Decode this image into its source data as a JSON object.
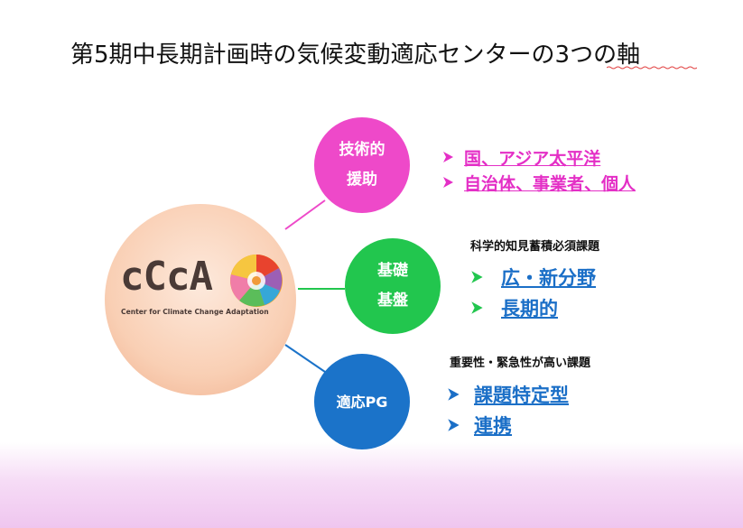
{
  "slide": {
    "title": "第5期中長期計画時の気候変動適応センターの3つの軸"
  },
  "logo": {
    "wordmark": "cCcA",
    "tagline": "Center for Climate Change Adaptation"
  },
  "nodes": [
    {
      "line1": "技術的",
      "line2": "援助",
      "color": "#ee49c9",
      "items": [
        "国、アジア太平洋",
        "自治体、事業者、個人"
      ],
      "item_color": "#e42fc6",
      "arrow_color": "#e42fc6"
    },
    {
      "line1": "基礎",
      "line2": "基盤",
      "color": "#22c64e",
      "heading": "科学的知見蓄積必須課題",
      "items": [
        "広・新分野",
        "長期的"
      ],
      "item_color": "#1b6fc7",
      "arrow_color": "#22c64e"
    },
    {
      "line1": "適応PG",
      "color": "#1b73c9",
      "heading": "重要性・緊急性が高い課題",
      "items": [
        "課題特定型",
        "連携"
      ],
      "item_color": "#1b6fc7",
      "arrow_color": "#1b6fc7"
    }
  ],
  "icons": {
    "bullet": "chevron-right-arrow-icon",
    "logo_mark": "climate-globe-logo-icon"
  }
}
